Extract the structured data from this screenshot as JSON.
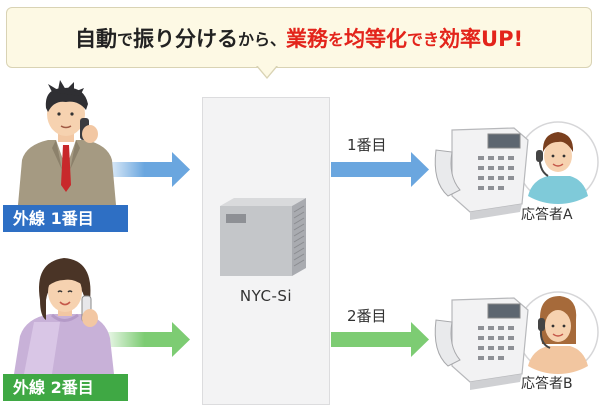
{
  "banner": {
    "part1": "自動",
    "part2": "で",
    "part3": "振り分ける",
    "part4": "から、",
    "part5": "業務",
    "part6": "を",
    "part7": "均等化",
    "part8": "でき",
    "part9": "効率UP!"
  },
  "system": {
    "name": "NYC-Si"
  },
  "incoming": [
    {
      "label": "外線  1番目",
      "color": "#2e6fc4"
    },
    {
      "label": "外線  2番目",
      "color": "#3fa844"
    }
  ],
  "routes": [
    {
      "order": "1番目",
      "color": "#6aa6df"
    },
    {
      "order": "2番目",
      "color": "#7dcc73"
    }
  ],
  "responders": [
    {
      "name": "応答者A"
    },
    {
      "name": "応答者B"
    }
  ]
}
